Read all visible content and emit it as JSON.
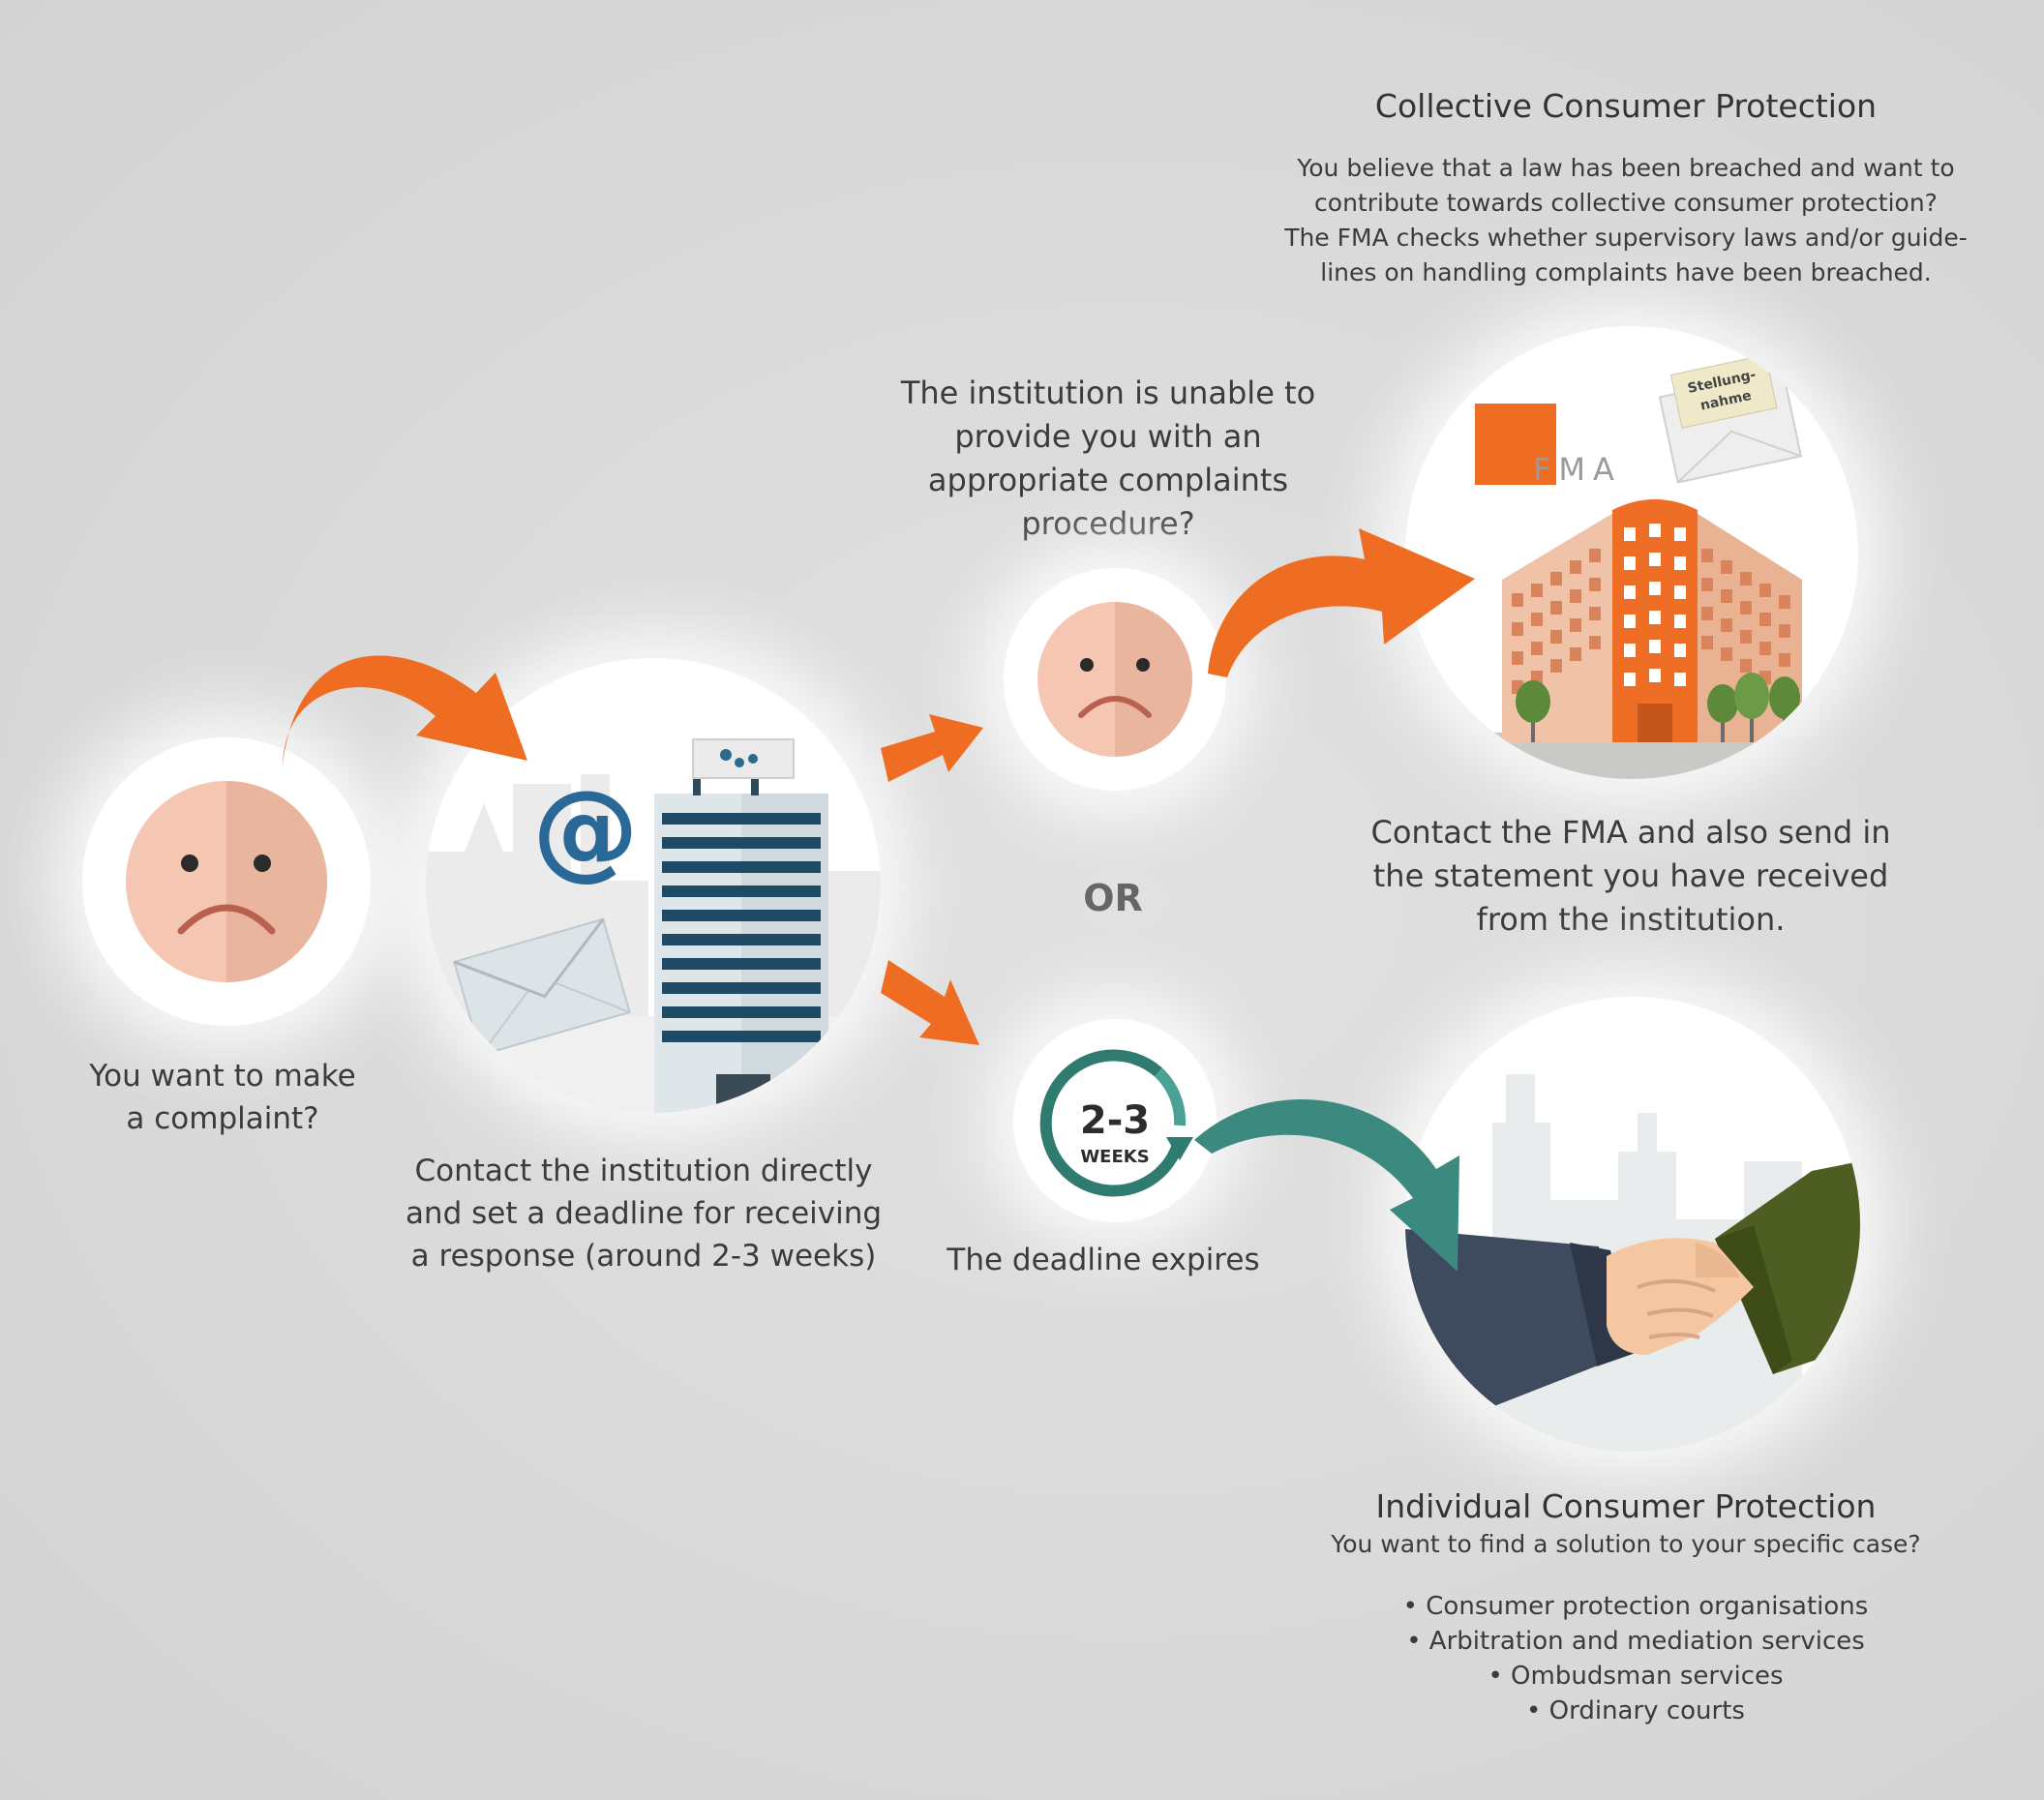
{
  "steps": {
    "complaint": {
      "label_line1": "You want to make",
      "label_line2": "a complaint?"
    },
    "contact": {
      "label_line1": "Contact the institution directly",
      "label_line2": "and set a deadline for receiving",
      "label_line3": "a response (around 2-3 weeks)"
    },
    "unable": {
      "label_line1": "The institution is unable to",
      "label_line2": "provide you with an",
      "label_line3": "appropriate complaints",
      "label_line4": "procedure?"
    },
    "or_label": "OR",
    "deadline": {
      "badge_number": "2-3",
      "badge_unit": "WEEKS",
      "label": "The deadline expires"
    },
    "fma": {
      "logo_text": "FMA",
      "envelope_note": "Stellung-nahme",
      "label_line1": "Contact the FMA and also send in",
      "label_line2": "the statement you have received",
      "label_line3": "from the institution."
    }
  },
  "collective": {
    "title": "Collective Consumer Protection",
    "line1": "You believe that a law has been breached and want to",
    "line2": "contribute towards collective consumer protection?",
    "line3": "The FMA checks whether supervisory laws and/or guide-",
    "line4": "lines on handling complaints have been breached."
  },
  "individual": {
    "title": "Individual Consumer Protection",
    "subtitle": "You want to find a solution to your specific case?",
    "items": [
      "Consumer protection organisations",
      "Arbitration and mediation services",
      "Ombudsman services",
      "Ordinary courts"
    ]
  },
  "icons": {
    "sad_face": "sad-face-icon",
    "at_sign": "at-sign-icon",
    "envelope": "envelope-icon",
    "office_building": "office-building-icon",
    "fma_building": "fma-building-icon",
    "handshake": "handshake-icon",
    "clock_badge": "clock-arrow-icon"
  },
  "colors": {
    "background": "#dadada",
    "accent_orange": "#ef6d22",
    "accent_teal": "#3c8a7f",
    "face": "#f4c3ad",
    "face_shade": "#e8b49d",
    "building_navy": "#1f4a66",
    "jacket_green": "#4e5e22",
    "jacket_navy": "#3e4a5e"
  }
}
